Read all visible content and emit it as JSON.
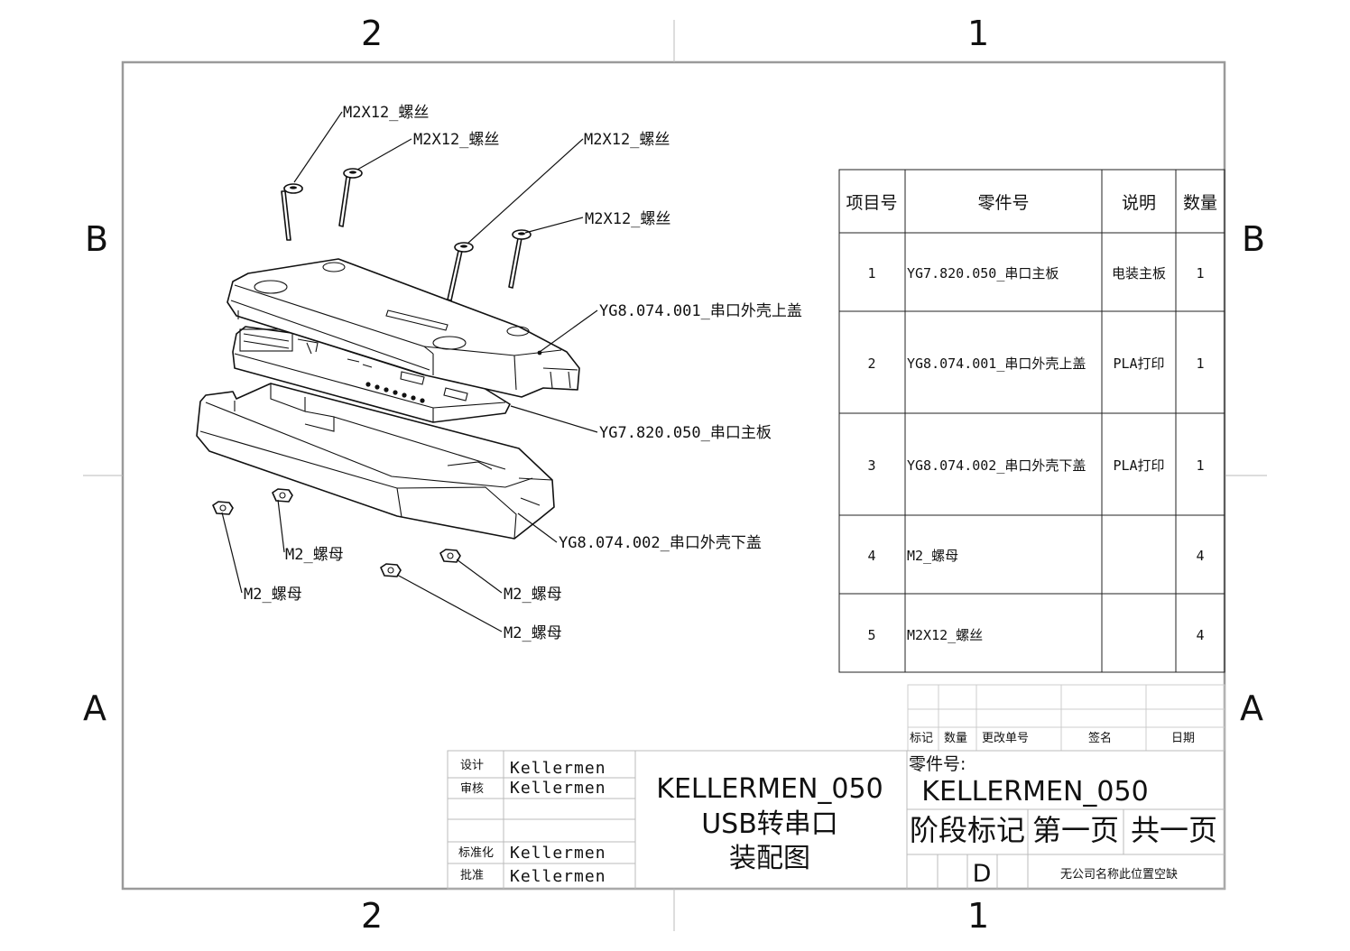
{
  "zones": {
    "col_left": "2",
    "col_right": "1",
    "row_top": "B",
    "row_bottom": "A"
  },
  "callouts": {
    "screw_1": "M2X12_螺丝",
    "screw_2": "M2X12_螺丝",
    "screw_3": "M2X12_螺丝",
    "screw_4": "M2X12_螺丝",
    "upper_cover": "YG8.074.001_串口外壳上盖",
    "main_board": "YG7.820.050_串口主板",
    "lower_cover": "YG8.074.002_串口外壳下盖",
    "nut_1": "M2_螺母",
    "nut_2": "M2_螺母",
    "nut_3": "M2_螺母",
    "nut_4": "M2_螺母"
  },
  "bom": {
    "headers": {
      "item": "项目号",
      "part": "零件号",
      "desc": "说明",
      "qty": "数量"
    },
    "rows": [
      {
        "item": "1",
        "part": "YG7.820.050_串口主板",
        "desc": "电装主板",
        "qty": "1"
      },
      {
        "item": "2",
        "part": "YG8.074.001_串口外壳上盖",
        "desc": "PLA打印",
        "qty": "1"
      },
      {
        "item": "3",
        "part": "YG8.074.002_串口外壳下盖",
        "desc": "PLA打印",
        "qty": "1"
      },
      {
        "item": "4",
        "part": "M2_螺母",
        "desc": "",
        "qty": "4"
      },
      {
        "item": "5",
        "part": "M2X12_螺丝",
        "desc": "",
        "qty": "4"
      }
    ]
  },
  "title_block": {
    "design_label": "设计",
    "design_name": "Kellermen",
    "check_label": "审核",
    "check_name": "Kellermen",
    "standard_label": "标准化",
    "standard_name": "Kellermen",
    "approve_label": "批准",
    "approve_name": "Kellermen",
    "title_line1": "KELLERMEN_050",
    "title_line2": "USB转串口",
    "title_line3": "装配图",
    "rev_mark": "标记",
    "rev_qty": "数量",
    "rev_order": "更改单号",
    "rev_sign": "签名",
    "rev_date": "日期",
    "part_no_label": "零件号:",
    "part_no": "KELLERMEN_050",
    "stage_label": "阶段标记",
    "sheet_label": "第一页",
    "total_label": "共一页",
    "stage_value": "D",
    "company": "无公司名称此位置空缺"
  }
}
